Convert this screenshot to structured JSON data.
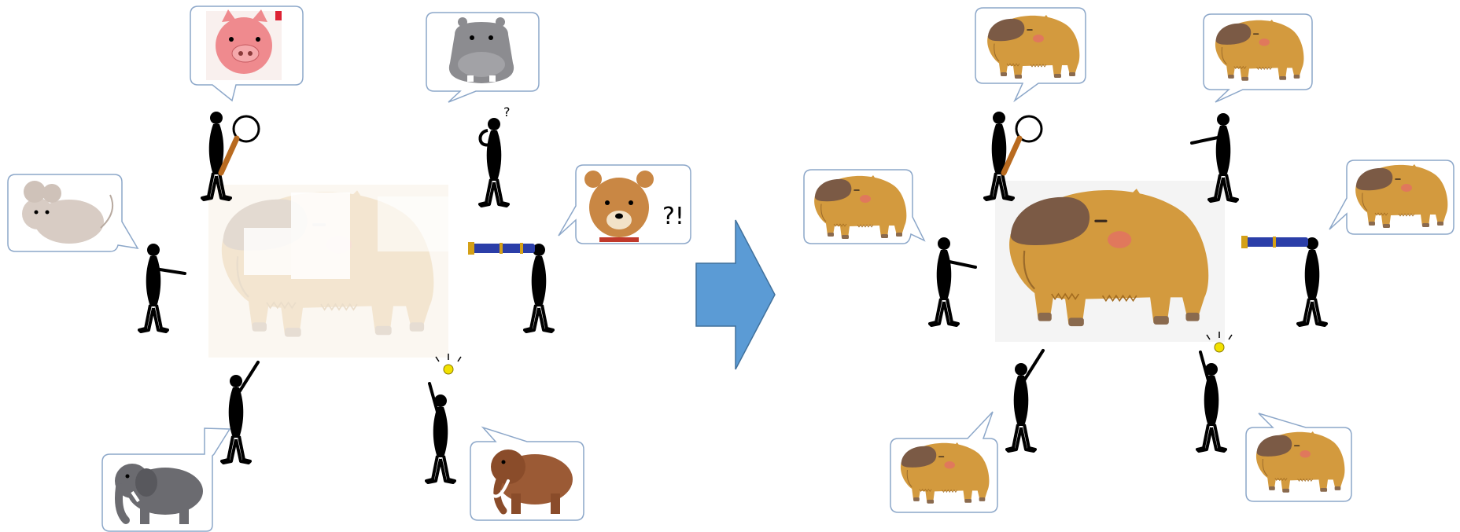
{
  "colors": {
    "bubble_border": "#8ca7c9",
    "arrow_fill": "#5b9bd5",
    "arrow_stroke": "#41719c",
    "silhouette": "#000000",
    "capybara_body": "#d39a3e",
    "capybara_head": "#7b5a45",
    "capybara_feet": "#8a6a4e",
    "cheek": "#e66a6a",
    "pig": "#ef8a8e",
    "hippo": "#8c8c90",
    "mouse": "#d8ccc4",
    "bear": "#c98744",
    "elephant": "#6b6b70",
    "mammoth": "#9b5a35",
    "faded_center": "#f6eee3",
    "magnifier_handle": "#b86a1f",
    "telescope": "#2b3ea8",
    "bulb": "#f2e100"
  },
  "left_panel": {
    "center_image": "faded-partially-revealed-capybara",
    "bubbles": [
      {
        "animal": "pig",
        "icon": "pig-icon"
      },
      {
        "animal": "hippo",
        "icon": "hippo-icon"
      },
      {
        "animal": "mouse",
        "icon": "mouse-icon"
      },
      {
        "animal": "bear",
        "icon": "bear-icon",
        "text": "?!"
      },
      {
        "animal": "elephant",
        "icon": "elephant-icon"
      },
      {
        "animal": "mammoth",
        "icon": "mammoth-icon"
      }
    ],
    "observers": [
      {
        "pose": "magnifier",
        "icon": "magnifying-glass-icon"
      },
      {
        "pose": "thinking",
        "icon": "question-mark-icon",
        "text": "?"
      },
      {
        "pose": "pointing"
      },
      {
        "pose": "telescope",
        "icon": "telescope-icon"
      },
      {
        "pose": "pointing-up"
      },
      {
        "pose": "idea",
        "icon": "lightbulb-icon"
      }
    ]
  },
  "transition": {
    "icon": "right-arrow-icon"
  },
  "right_panel": {
    "center_image": "capybara",
    "bubbles": [
      {
        "animal": "capybara"
      },
      {
        "animal": "capybara"
      },
      {
        "animal": "capybara"
      },
      {
        "animal": "capybara"
      },
      {
        "animal": "capybara"
      },
      {
        "animal": "capybara"
      }
    ]
  }
}
